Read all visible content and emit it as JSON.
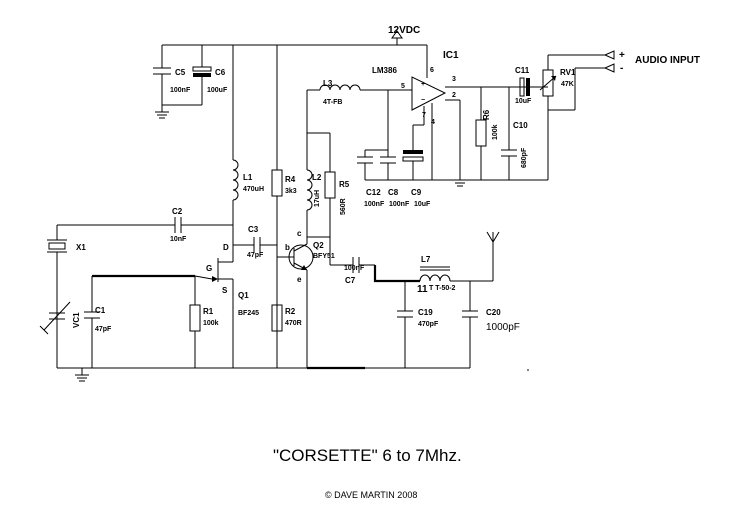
{
  "supply": "12VDC",
  "ic": {
    "ref": "IC1",
    "part": "LM386",
    "pins": [
      "6",
      "3",
      "5",
      "2",
      "4",
      "7"
    ]
  },
  "audio_input": {
    "label": "AUDIO INPUT",
    "plus": "+",
    "minus": "-"
  },
  "components": {
    "C5": {
      "ref": "C5",
      "value": "100nF"
    },
    "C6": {
      "ref": "C6",
      "value": "100uF"
    },
    "L3": {
      "ref": "L3",
      "value": "4T-FB"
    },
    "C11": {
      "ref": "C11",
      "value": "10uF"
    },
    "RV1": {
      "ref": "RV1",
      "value": "47K"
    },
    "R6": {
      "ref": "R6",
      "value": "100k"
    },
    "C10": {
      "ref": "C10",
      "value": "680pF"
    },
    "C12": {
      "ref": "C12",
      "value": "100nF"
    },
    "C8": {
      "ref": "C8",
      "value": "100nF"
    },
    "C9": {
      "ref": "C9",
      "value": "10uF"
    },
    "L1": {
      "ref": "L1",
      "value": "470uH"
    },
    "R4": {
      "ref": "R4",
      "value": "3k3"
    },
    "L2": {
      "ref": "L2",
      "value": "17uH"
    },
    "R5": {
      "ref": "R5",
      "value": "560R"
    },
    "C2": {
      "ref": "C2",
      "value": "10nF"
    },
    "X1": {
      "ref": "X1"
    },
    "C3": {
      "ref": "C3",
      "value": "47pF"
    },
    "Q1": {
      "ref": "Q1",
      "value": "BF245",
      "pin_d": "D",
      "pin_g": "G",
      "pin_s": "S"
    },
    "Q2": {
      "ref": "Q2",
      "value": "BFY51",
      "pin_b": "b",
      "pin_c": "c",
      "pin_e": "e"
    },
    "C7": {
      "ref": "C7",
      "value": "100nF"
    },
    "L7": {
      "ref": "L7",
      "turns": "11",
      "suffix": "T T-50-2"
    },
    "VC1": {
      "ref": "VC1"
    },
    "C1": {
      "ref": "C1",
      "value": "47pF"
    },
    "R1": {
      "ref": "R1",
      "value": "100k"
    },
    "R2": {
      "ref": "R2",
      "value": "470R"
    },
    "C19": {
      "ref": "C19",
      "value": "470pF"
    },
    "C20": {
      "ref": "C20",
      "value": "1000pF"
    }
  },
  "title": "\"CORSETTE\" 6 to 7Mhz.",
  "copyright": "© DAVE MARTIN  2008"
}
